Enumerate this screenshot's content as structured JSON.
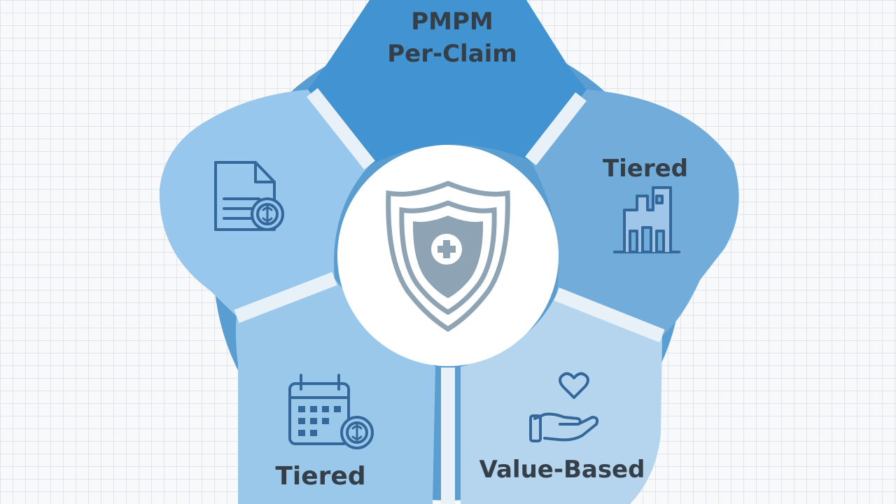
{
  "colors": {
    "ring": "#5a9dd0",
    "segment_top": "#4193d2",
    "segment_right": "#72acdb",
    "segment_left": "#97c7ec",
    "segment_bottom_left": "#9ac8ea",
    "segment_bottom_right": "#b5d5ee",
    "gap": "#e8f1f8",
    "center": "#ffffff",
    "shield": "#8ea3b3",
    "text": "#343f4a",
    "icon": "#34679a"
  },
  "segments": {
    "top": {
      "line1": "PMPM",
      "line2": "Per-Claim",
      "icon": "none"
    },
    "right": {
      "label": "Tiered",
      "icon": "tiered-building-icon"
    },
    "left": {
      "label": "",
      "icon": "document-coin-icon"
    },
    "bottom_left": {
      "label": "Tiered",
      "icon": "calendar-coin-icon"
    },
    "bottom_right": {
      "label": "Value-Based",
      "icon": "heart-hand-icon"
    }
  },
  "center": {
    "icon": "shield-cross-icon"
  }
}
